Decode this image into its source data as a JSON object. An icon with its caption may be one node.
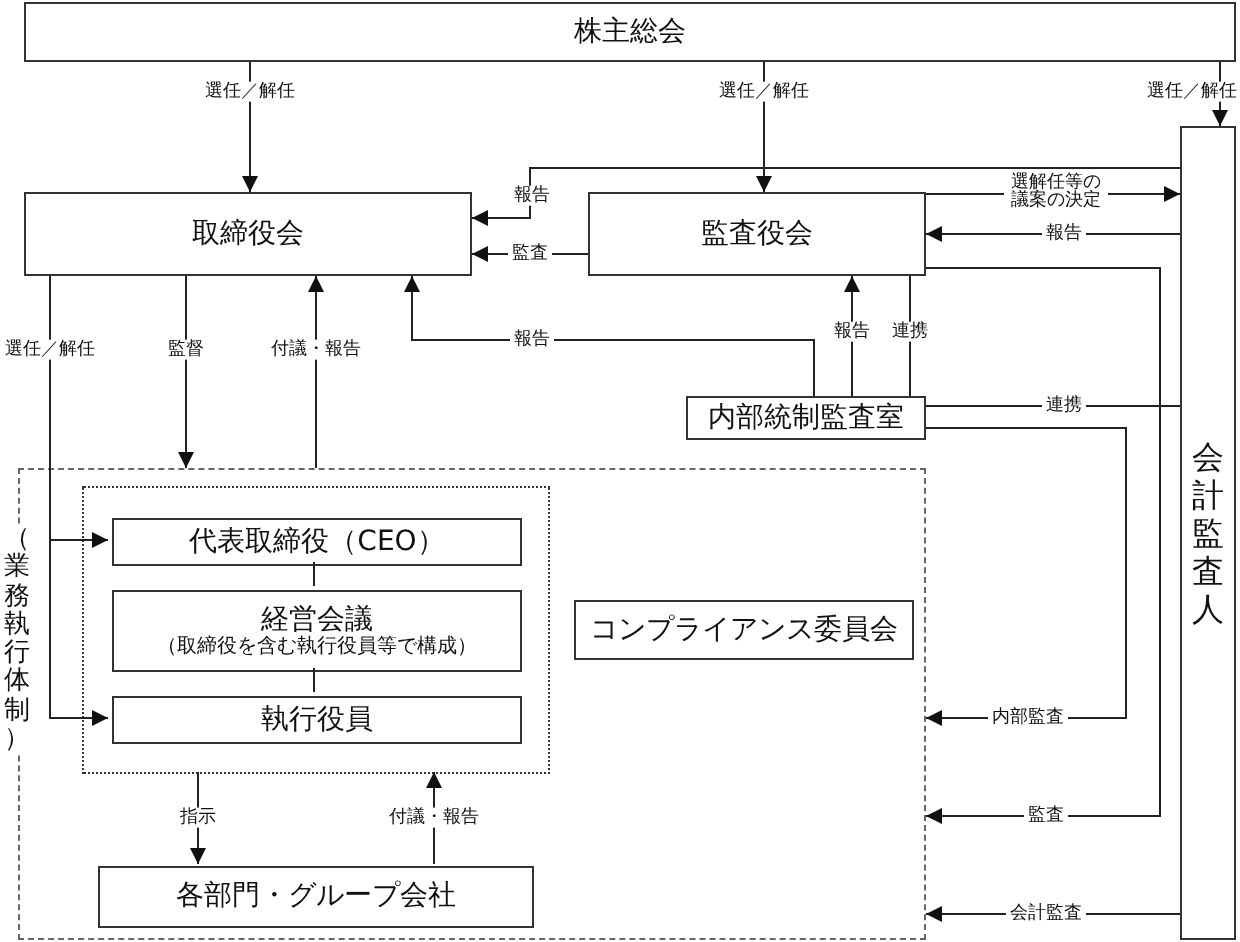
{
  "diagram": {
    "nodes": [
      {
        "text": [
          "株主総会"
        ]
      },
      {
        "text": [
          "取締役会"
        ]
      },
      {
        "text": [
          "監査役会"
        ]
      },
      {
        "text": [
          "会計監査人"
        ]
      },
      {
        "text": [
          "内部統制監査室"
        ]
      },
      {
        "text": [
          "（業務執行体制）"
        ]
      },
      {
        "text": [],
        "shape": "box",
        "in": 5
      },
      {
        "text": [
          "代表取締役（CEO）"
        ],
        "in": 6
      },
      {
        "text": [
          "経営会議",
          "（取締役を含む執行役員等で構成）"
        ],
        "in": 6
      },
      {
        "text": [
          "執行役員"
        ],
        "in": 6
      },
      {
        "text": [
          "コンプライアンス委員会"
        ],
        "in": 5
      },
      {
        "text": [
          "各部門・グループ会社"
        ],
        "in": 5
      }
    ],
    "edges": [
      {
        "from": 0,
        "to": 1,
        "arrow": "to",
        "label": "選任／解任"
      },
      {
        "from": 0,
        "to": 2,
        "arrow": "to",
        "label": "選任／解任"
      },
      {
        "from": 0,
        "to": 3,
        "arrow": "to",
        "label": "選任／解任"
      },
      {
        "from": 3,
        "to": 1,
        "arrow": "to",
        "label": "報告"
      },
      {
        "from": 2,
        "to": 1,
        "arrow": "to",
        "label": "監査"
      },
      {
        "from": 2,
        "to": 3,
        "arrow": "to",
        "label": "選解任等の議案の決定"
      },
      {
        "from": 3,
        "to": 2,
        "arrow": "to",
        "label": "報告"
      },
      {
        "from": 2,
        "to": 5,
        "arrow": "to",
        "label": "監査"
      },
      {
        "from": 4,
        "to": 3,
        "arrow": "none",
        "label": "連携"
      },
      {
        "from": 4,
        "to": 5,
        "arrow": "to",
        "label": "内部監査"
      },
      {
        "from": 3,
        "to": 5,
        "arrow": "to",
        "label": "会計監査"
      },
      {
        "from": 4,
        "to": 1,
        "arrow": "to",
        "label": "報告"
      },
      {
        "from": 4,
        "to": 2,
        "arrow": "to",
        "label": "報告"
      },
      {
        "from": 4,
        "to": 2,
        "arrow": "none",
        "label": "連携"
      },
      {
        "from": 1,
        "to": 5,
        "arrow": "to",
        "label": "監督"
      },
      {
        "from": 5,
        "to": 1,
        "arrow": "to",
        "label": "付議・報告"
      },
      {
        "from": 1,
        "to": 7,
        "arrow": "to",
        "label": "選任／解任"
      },
      {
        "from": 1,
        "to": 9,
        "arrow": "to"
      },
      {
        "from": 7,
        "to": 8,
        "arrow": "none"
      },
      {
        "from": 8,
        "to": 9,
        "arrow": "none"
      },
      {
        "from": 6,
        "to": 11,
        "arrow": "to",
        "label": "指示"
      },
      {
        "from": 11,
        "to": 6,
        "arrow": "to",
        "label": "付議・報告"
      }
    ]
  }
}
